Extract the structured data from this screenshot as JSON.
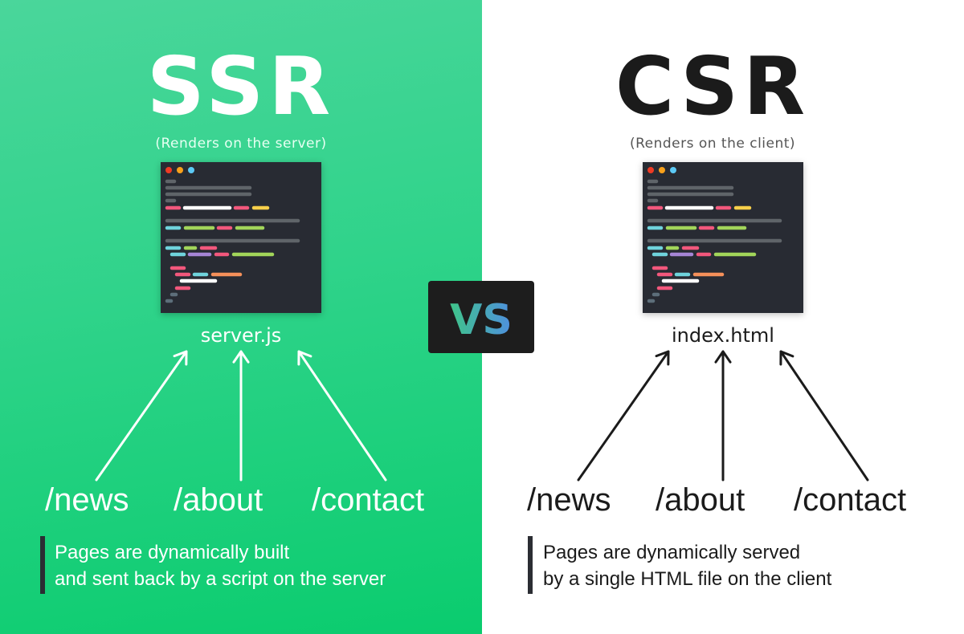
{
  "ssr": {
    "title": "SSR",
    "subtitle": "(Renders on the server)",
    "file": "server.js",
    "routes": [
      "/news",
      "/about",
      "/contact"
    ],
    "caption": [
      "Pages are dynamically built",
      "and sent back by a script on the server"
    ]
  },
  "csr": {
    "title": "CSR",
    "subtitle": "(Renders on the client)",
    "file": "index.html",
    "routes": [
      "/news",
      "/about",
      "/contact"
    ],
    "caption": [
      "Pages are dynamically served",
      "by a single HTML file on the client"
    ]
  },
  "vs_logo": {
    "text": "VS"
  },
  "colors": {
    "green": "#0acc6e",
    "dark": "#282b33",
    "pink": "#f2577c",
    "white": "#ffffff",
    "yellow": "#f7cf4a",
    "cyan": "#6fd3dc",
    "lime": "#a2d55a",
    "purple": "#a685d6",
    "orange": "#f5905a",
    "gray": "#5f6469",
    "slate": "#5d6e7a"
  }
}
